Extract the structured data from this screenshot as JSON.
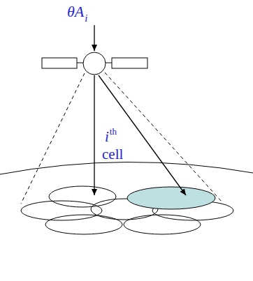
{
  "diagram": {
    "labels": [
      "θA",
      "i",
      "i",
      "th",
      "cell"
    ]
  }
}
